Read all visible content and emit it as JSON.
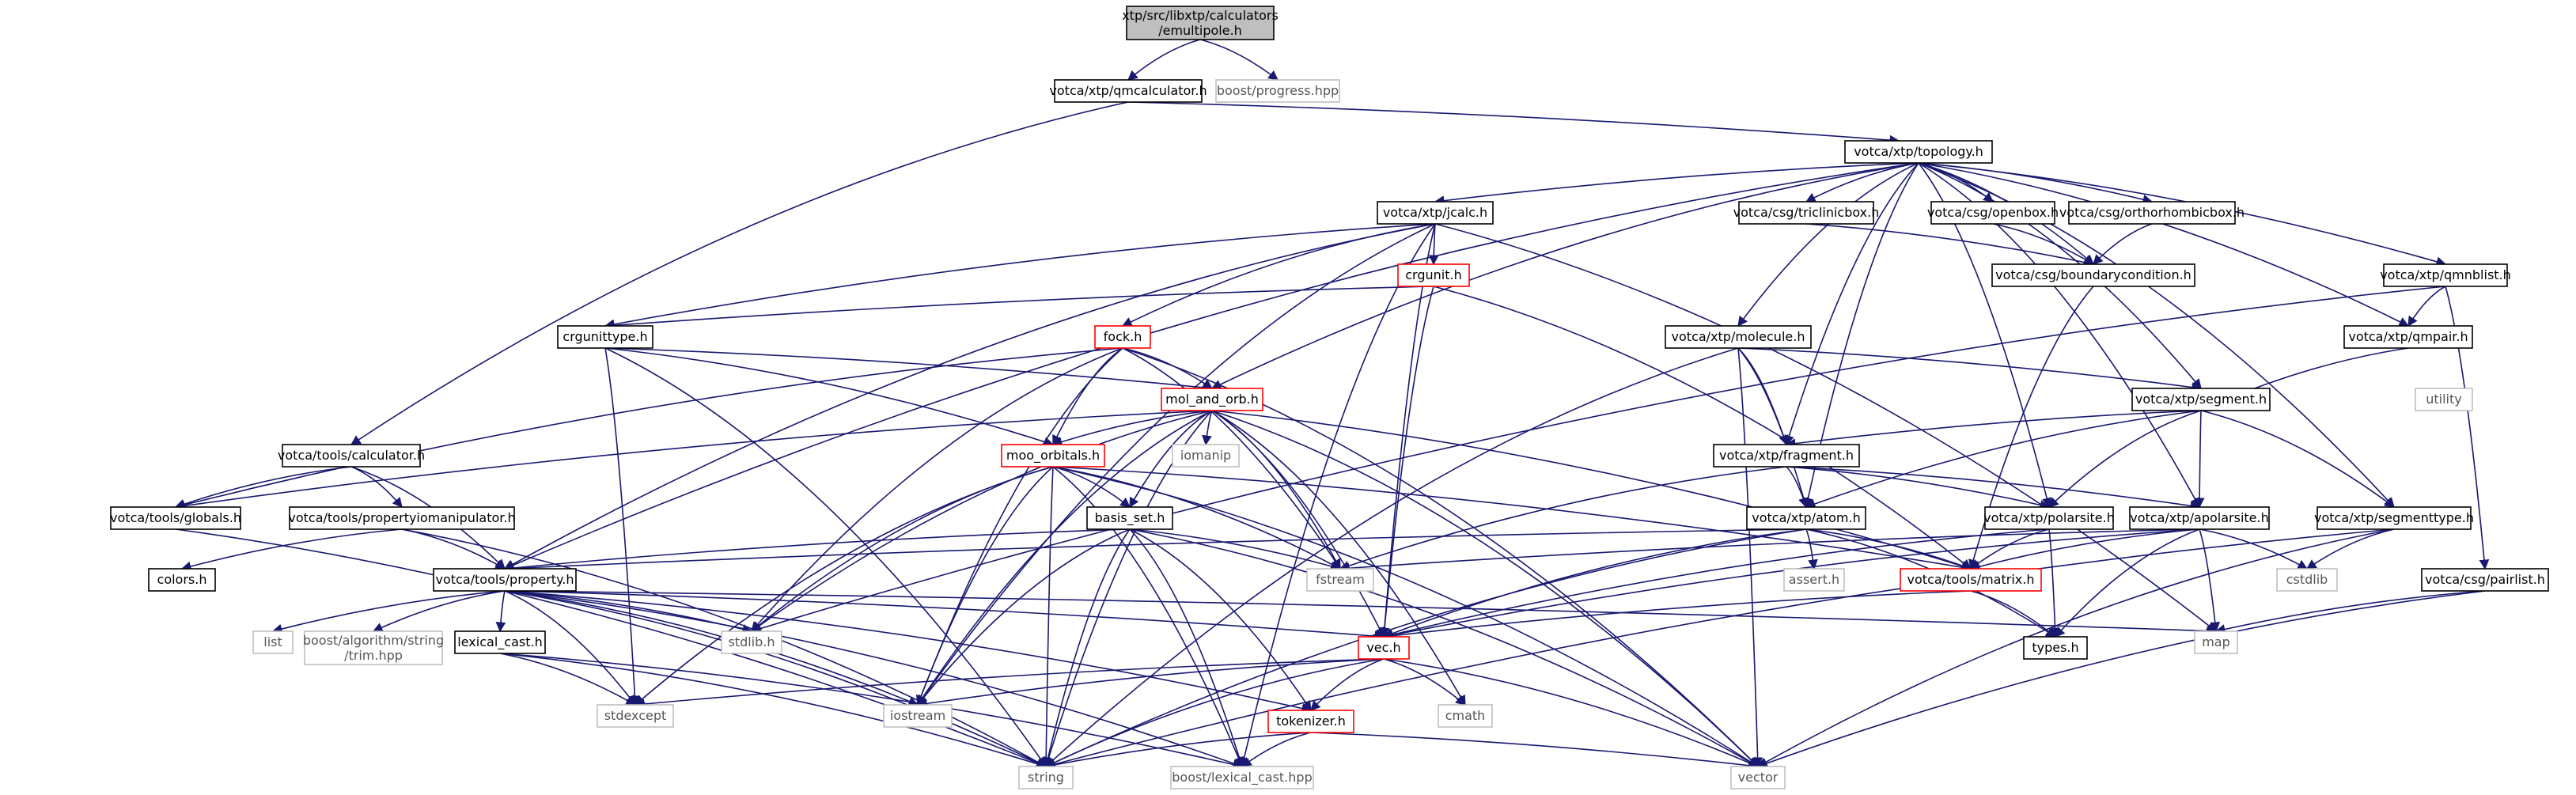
{
  "diagram": {
    "root": [
      "xtp/src/libxtp/calculators",
      "/emultipole.h"
    ],
    "nodes": {
      "qmcalc": "votca/xtp/qmcalculator.h",
      "progress": "boost/progress.hpp",
      "topology": "votca/xtp/topology.h",
      "calculator": "votca/tools/calculator.h",
      "jcalc": "votca/xtp/jcalc.h",
      "triclinic": "votca/csg/triclinicbox.h",
      "openbox": "votca/csg/openbox.h",
      "orthorhombic": "votca/csg/orthorhombicbox.h",
      "qmnblist": "votca/xtp/qmnblist.h",
      "crgunit": "crgunit.h",
      "boundary": "votca/csg/boundarycondition.h",
      "crgunittype": "crgunittype.h",
      "fock": "fock.h",
      "molecule": "votca/xtp/molecule.h",
      "qmpair": "votca/xtp/qmpair.h",
      "molorb": "mol_and_orb.h",
      "segment": "votca/xtp/segment.h",
      "utility": "utility",
      "iomanip": "iomanip",
      "moo": "moo_orbitals.h",
      "fragment": "votca/xtp/fragment.h",
      "globals": "votca/tools/globals.h",
      "propmanip": "votca/tools/propertyiomanipulator.h",
      "basisset": "basis_set.h",
      "atom": "votca/xtp/atom.h",
      "polarsite": "votca/xtp/polarsite.h",
      "apolarsite": "votca/xtp/apolarsite.h",
      "segtype": "votca/xtp/segmenttype.h",
      "colors": "colors.h",
      "fstream": "fstream",
      "property": "votca/tools/property.h",
      "assert": "assert.h",
      "matrix": "votca/tools/matrix.h",
      "cstdlib": "cstdlib",
      "pairlist": "votca/csg/pairlist.h",
      "list": "list",
      "trim": [
        "boost/algorithm/string",
        "/trim.hpp"
      ],
      "lexical": "lexical_cast.h",
      "stdlib": "stdlib.h",
      "vec": "vec.h",
      "types": "types.h",
      "map": "map",
      "stdexcept": "stdexcept",
      "iostream": "iostream",
      "cmath": "cmath",
      "tokenizer": "tokenizer.h",
      "string": "string",
      "boostlex": "boost/lexical_cast.hpp",
      "vector": "vector"
    }
  }
}
